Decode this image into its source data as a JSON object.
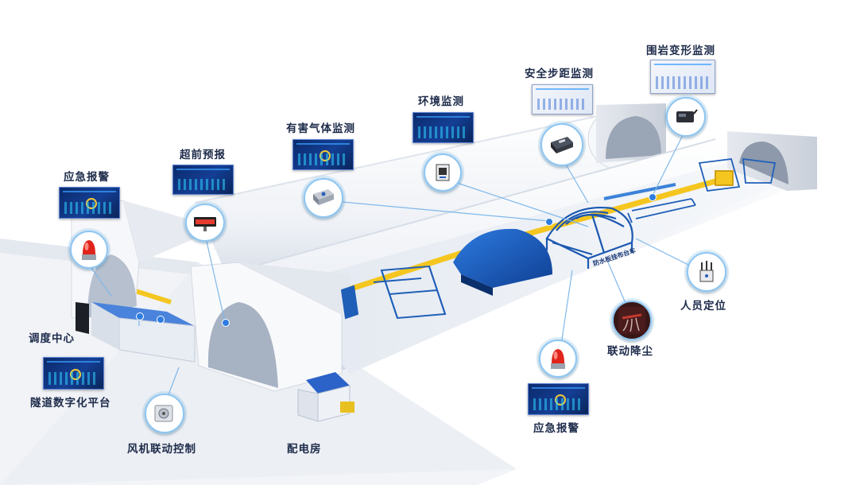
{
  "labels": {
    "emergency_alarm_left": "应急报警",
    "advance_forecast": "超前预报",
    "harmful_gas": "有害气体监测",
    "environment": "环境监测",
    "safe_step": "安全步距监测",
    "rock_deformation": "围岩变形监测",
    "personnel_location": "人员定位",
    "linked_dust": "联动降尘",
    "emergency_alarm_right": "应急报警",
    "dispatch_center": "调度中心",
    "digital_platform": "隧道数字化平台",
    "fan_control": "风机联动控制",
    "power_room": "配电房",
    "trolley_label": "防水板挂布台车"
  },
  "colors": {
    "tunnel_white": "#f2f4f8",
    "rail_yellow": "#f4c61f",
    "steel_blue": "#1f5fb8",
    "dark_blue": "#0b2a6b",
    "leader_line": "#7fb8ea",
    "ground": "#eef1f6"
  },
  "icons": {
    "alarm": "red-beacon-icon",
    "gas": "gas-detector-icon",
    "environment": "environment-sensor-icon",
    "safe_step": "radar-sensor-icon",
    "rock": "deformation-sensor-icon",
    "personnel": "locator-antenna-icon",
    "dust": "spray-nozzle-icon",
    "fan": "fan-unit-icon",
    "forecast": "led-display-icon"
  }
}
